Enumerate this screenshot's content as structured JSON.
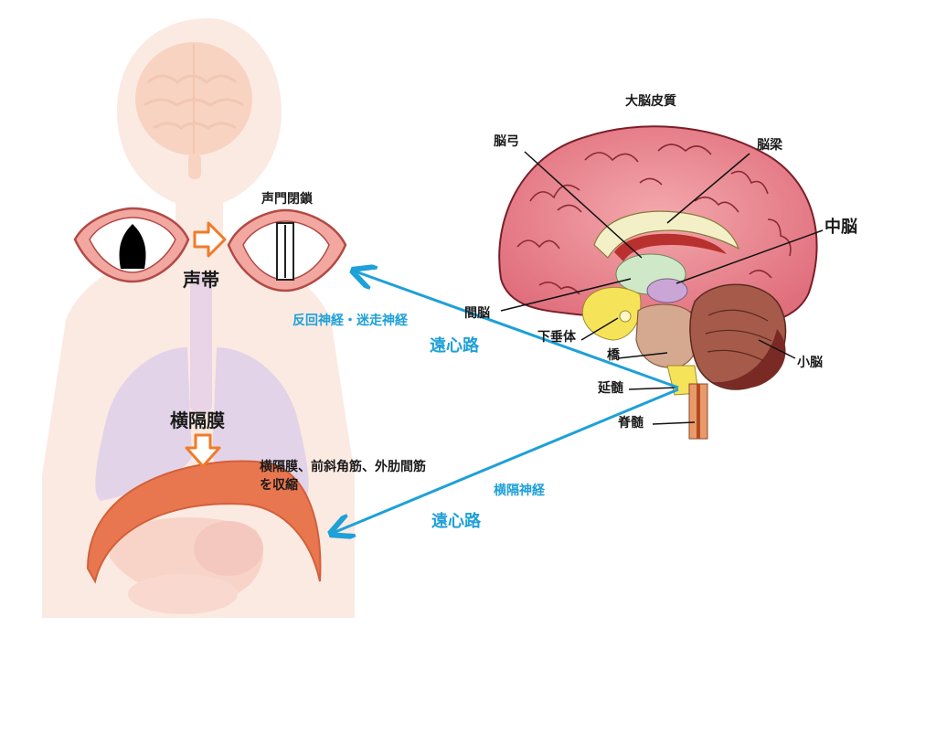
{
  "labels": {
    "glottis_closure": "声門閉鎖",
    "vocal_cords": "声帯",
    "diaphragm": "横隔膜",
    "contraction_line1": "横隔膜、前斜角筋、外肋間筋",
    "contraction_line2": "を収縮",
    "recurrent_vagus": "反回神経・迷走神経",
    "efferent_upper": "遠心路",
    "phrenic_nerve": "横隔神経",
    "efferent_lower": "遠心路"
  },
  "brain_labels": {
    "cerebral_cortex": "大脳皮質",
    "fornix": "脳弓",
    "corpus_callosum": "脳梁",
    "midbrain": "中脳",
    "diencephalon": "間脳",
    "pituitary": "下垂体",
    "pons": "橋",
    "cerebellum": "小脳",
    "medulla": "延髄",
    "spinal_cord": "脊髄"
  },
  "colors": {
    "nerve_arrow": "#1ea0d8",
    "process_arrow": "#f07b2a",
    "body_silhouette": "#fbeae2",
    "cortex": "#e9808a",
    "diaphragm": "#e8774f",
    "lung": "#e3d3e8",
    "cerebellum": "#a55a4a",
    "brainstem": "#d5a890",
    "pons_yellow": "#f5e35a",
    "thalamus": "#c9a6d6"
  },
  "icons": {
    "process_arrow": "orange-outline-arrow",
    "nerve_path": "blue-arrow-line"
  }
}
